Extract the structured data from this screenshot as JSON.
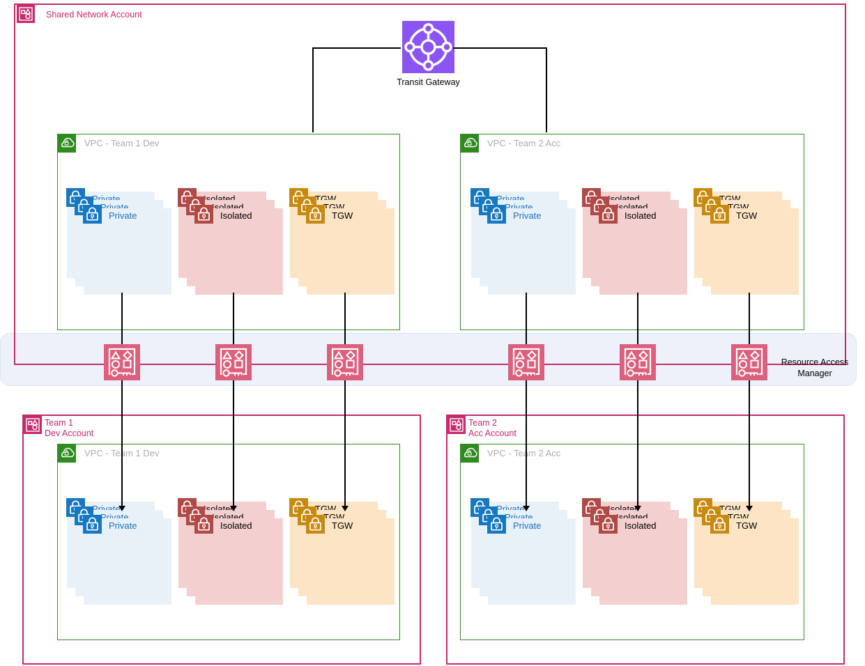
{
  "accounts": {
    "shared": {
      "label": "Shared Network Account"
    },
    "team1": {
      "name_line1": "Team 1",
      "name_line2": "Dev Account"
    },
    "team2": {
      "name_line1": "Team 2",
      "name_line2": "Acc Account"
    }
  },
  "transit_gateway": {
    "label": "Transit Gateway"
  },
  "resource_access_manager": {
    "line1": "Resource Access",
    "line2": "Manager"
  },
  "vpcs": {
    "top_left": {
      "label": "VPC - Team 1 Dev"
    },
    "top_right": {
      "label": "VPC - Team 2 Acc"
    },
    "bottom_left": {
      "label": "VPC - Team 1 Dev"
    },
    "bottom_right": {
      "label": "VPC - Team 2 Acc"
    }
  },
  "subnets": {
    "private": {
      "label": "Private"
    },
    "isolated": {
      "label": "Isolated"
    },
    "tgw": {
      "label": "TGW"
    }
  },
  "colors": {
    "account_pink": "#C72A6C",
    "ram_rose": "#DC607E",
    "band_bg": "#EDF2FA",
    "band_border": "#DCE4F0",
    "vpc_green": "#2F8A20",
    "vpc_label_gray": "#A9ACAE",
    "gateway_purple": "#8B55F6",
    "private_blue": "#1778BF",
    "private_card": "#E8F1F8",
    "private_text": "#1B73BE",
    "isolated_red": "#B04A46",
    "isolated_card": "#F4CFCF",
    "tgw_gold": "#C78A0E",
    "tgw_card": "#FCE4C4"
  }
}
